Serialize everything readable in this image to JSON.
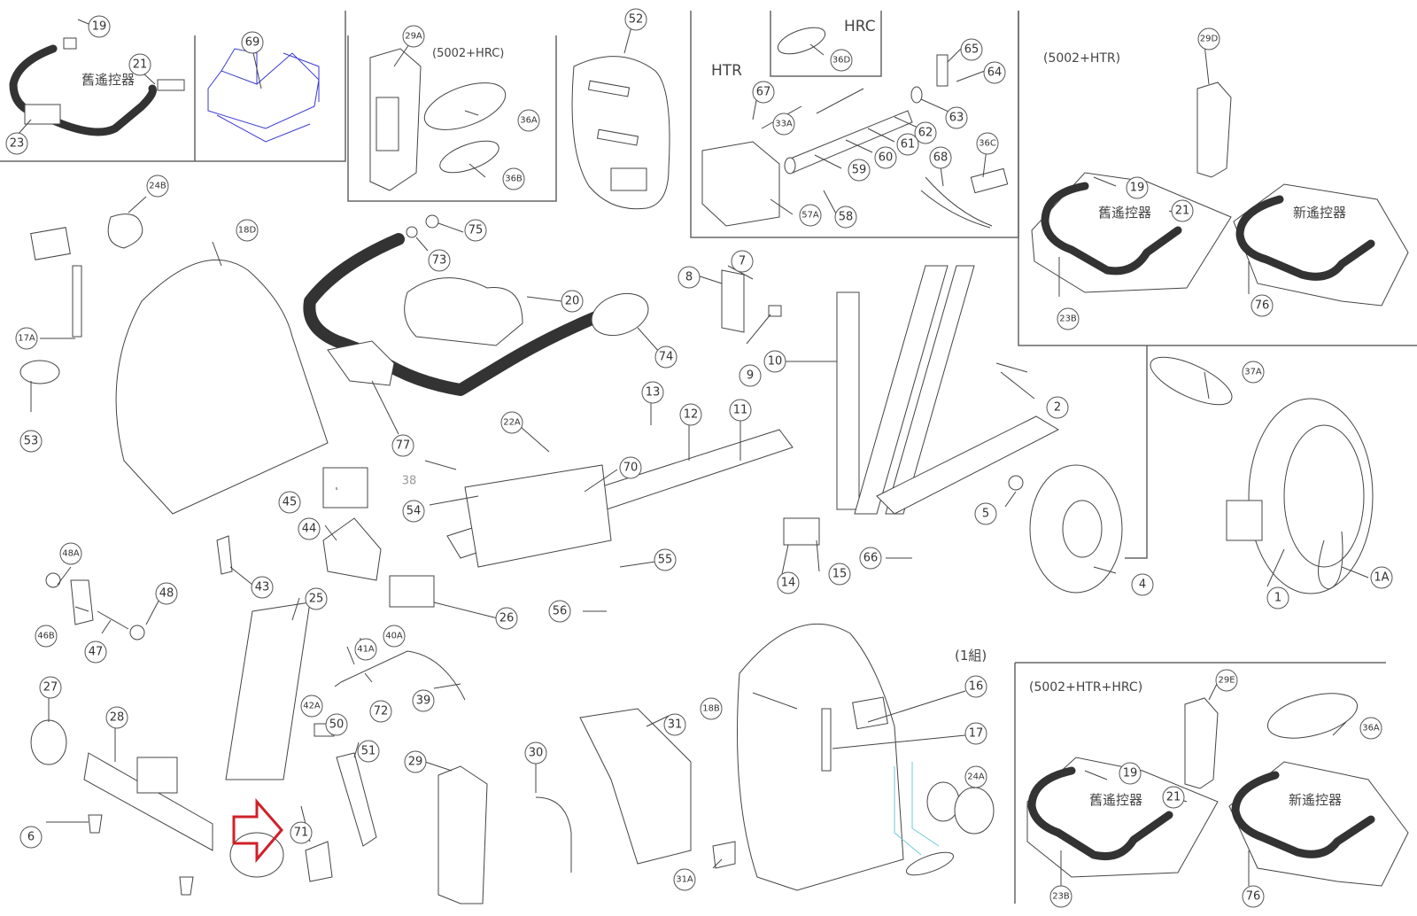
{
  "diagram": {
    "type": "exploded-parts-diagram",
    "panels": [
      {
        "id": "old-remote-top-left",
        "caption": "舊遙控器",
        "parts": [
          "19",
          "21",
          "23"
        ]
      },
      {
        "id": "bracket-assembly",
        "caption": "",
        "parts": [
          "69"
        ]
      },
      {
        "id": "console-5002-hrc",
        "caption": "(5002+HRC)",
        "parts": [
          "29A",
          "36A",
          "36B"
        ]
      },
      {
        "id": "hrc-inset",
        "caption": "HRC",
        "parts": [
          "36D"
        ]
      },
      {
        "id": "htr-assembly",
        "caption": "HTR",
        "parts": [
          "67",
          "33A",
          "65",
          "64",
          "63",
          "62",
          "61",
          "60",
          "59",
          "58",
          "57A",
          "68",
          "36C"
        ]
      },
      {
        "id": "console-5002-htr",
        "caption": "(5002+HTR)",
        "parts": [
          "29D",
          "19",
          "21",
          "23B",
          "76"
        ],
        "sub_captions": [
          "舊遙控器",
          "新遙控器"
        ]
      },
      {
        "id": "console-5002-htr-hrc",
        "caption": "(5002+HTR+HRC)",
        "parts": [
          "29E",
          "36A",
          "19",
          "21",
          "23B",
          "76"
        ],
        "sub_captions": [
          "舊遙控器",
          "新遙控器"
        ]
      }
    ],
    "annotation": "(1組)",
    "highlight": {
      "part": "71",
      "color": "#d0202a",
      "shape": "arrow-right"
    },
    "labels": {
      "p19a": "19",
      "p21a": "21",
      "p23": "23",
      "p69": "69",
      "p29A": "29A",
      "hrc5002": "(5002+HRC)",
      "p36A": "36A",
      "p36B": "36B",
      "p52": "52",
      "hrc": "HRC",
      "p36D": "36D",
      "htr": "HTR",
      "p67": "67",
      "p33A": "33A",
      "p65": "65",
      "p64": "64",
      "p63": "63",
      "p62": "62",
      "p61": "61",
      "p60": "60",
      "p59": "59",
      "p58": "58",
      "p57A": "57A",
      "p68": "68",
      "p36C": "36C",
      "htr5002": "(5002+HTR)",
      "p29D": "29D",
      "p19b": "19",
      "p21b": "21",
      "p23Bb": "23B",
      "p76b": "76",
      "p24B": "24B",
      "p18D": "18D",
      "p17A": "17A",
      "p53": "53",
      "p75": "75",
      "p73": "73",
      "p20": "20",
      "p74": "74",
      "p77": "77",
      "p7": "7",
      "p8": "8",
      "p9": "9",
      "p10": "10",
      "p2": "2",
      "p13": "13",
      "p12": "12",
      "p11": "11",
      "p22A": "22A",
      "p70": "70",
      "p38": "38",
      "p54": "54",
      "p45": "45",
      "p44": "44",
      "p43": "43",
      "p55": "55",
      "p56": "56",
      "p26": "26",
      "p14": "14",
      "p15": "15",
      "p66": "66",
      "p5": "5",
      "p4": "4",
      "p37A": "37A",
      "p1": "1",
      "p1A": "1A",
      "p48A": "48A",
      "p46B": "46B",
      "p47": "47",
      "p48": "48",
      "p25": "25",
      "p27": "27",
      "p28": "28",
      "p6": "6",
      "p71": "71",
      "p40A": "40A",
      "p41A": "41A",
      "p42A": "42A",
      "p72": "72",
      "p39": "39",
      "p50": "50",
      "p51": "51",
      "p29": "29",
      "p30": "30",
      "p31": "31",
      "p31A": "31A",
      "p18B": "18B",
      "p16": "16",
      "p17": "17",
      "p24A": "24A",
      "set1": "(1組)",
      "hrchtr5002": "(5002+HTR+HRC)",
      "p29E": "29E",
      "p36Ac": "36A",
      "p19c": "19",
      "p21c": "21",
      "p23Bc": "23B",
      "p76c": "76",
      "old_remote": "舊遙控器",
      "new_remote": "新遙控器"
    }
  }
}
